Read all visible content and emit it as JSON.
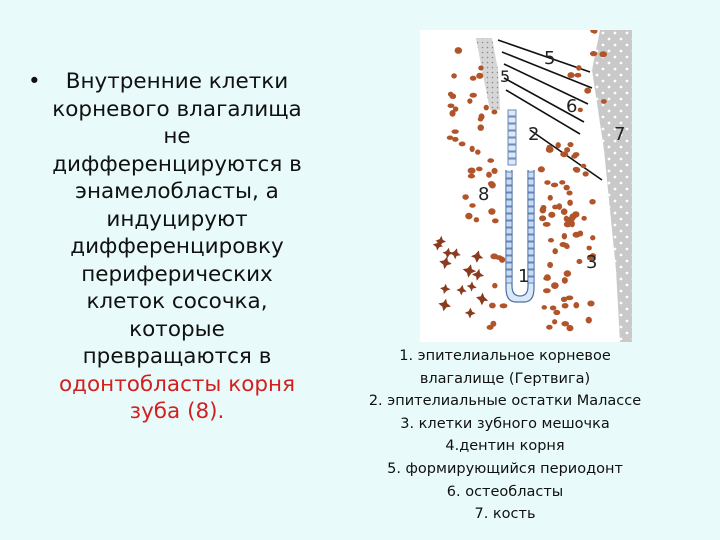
{
  "slide": {
    "bullet_symbol": "•",
    "bullet_lines": [
      "Внутренние клетки",
      "корневого влагалища",
      "не",
      "дифференцируются в",
      "энамелобласты, а",
      "индуцируют",
      "дифференцировку",
      "периферических",
      "клеток сосочка,",
      "которые",
      "превращаются в"
    ],
    "highlight_lines": [
      "одонтобласты корня",
      "зуба (8)."
    ],
    "highlight_color": "#d21f1f",
    "background_color": "#e8fbfa"
  },
  "figure": {
    "labels": {
      "l1": "1",
      "l2": "2",
      "l3": "3",
      "l5a": "5",
      "l5b": "5",
      "l6": "6",
      "l7": "7",
      "l8": "8"
    },
    "cell_color": "#b2542a",
    "bone_color": "#c8c8c8"
  },
  "legend": {
    "items": [
      "1. эпителиальное корневое",
      "влагалище (Гертвига)",
      "2. эпителиальные остатки Малассе",
      "3. клетки зубного мешочка",
      "4.дентин корня",
      "5. формирующийся периодонт",
      "6. остеобласты",
      "7. кость"
    ]
  }
}
